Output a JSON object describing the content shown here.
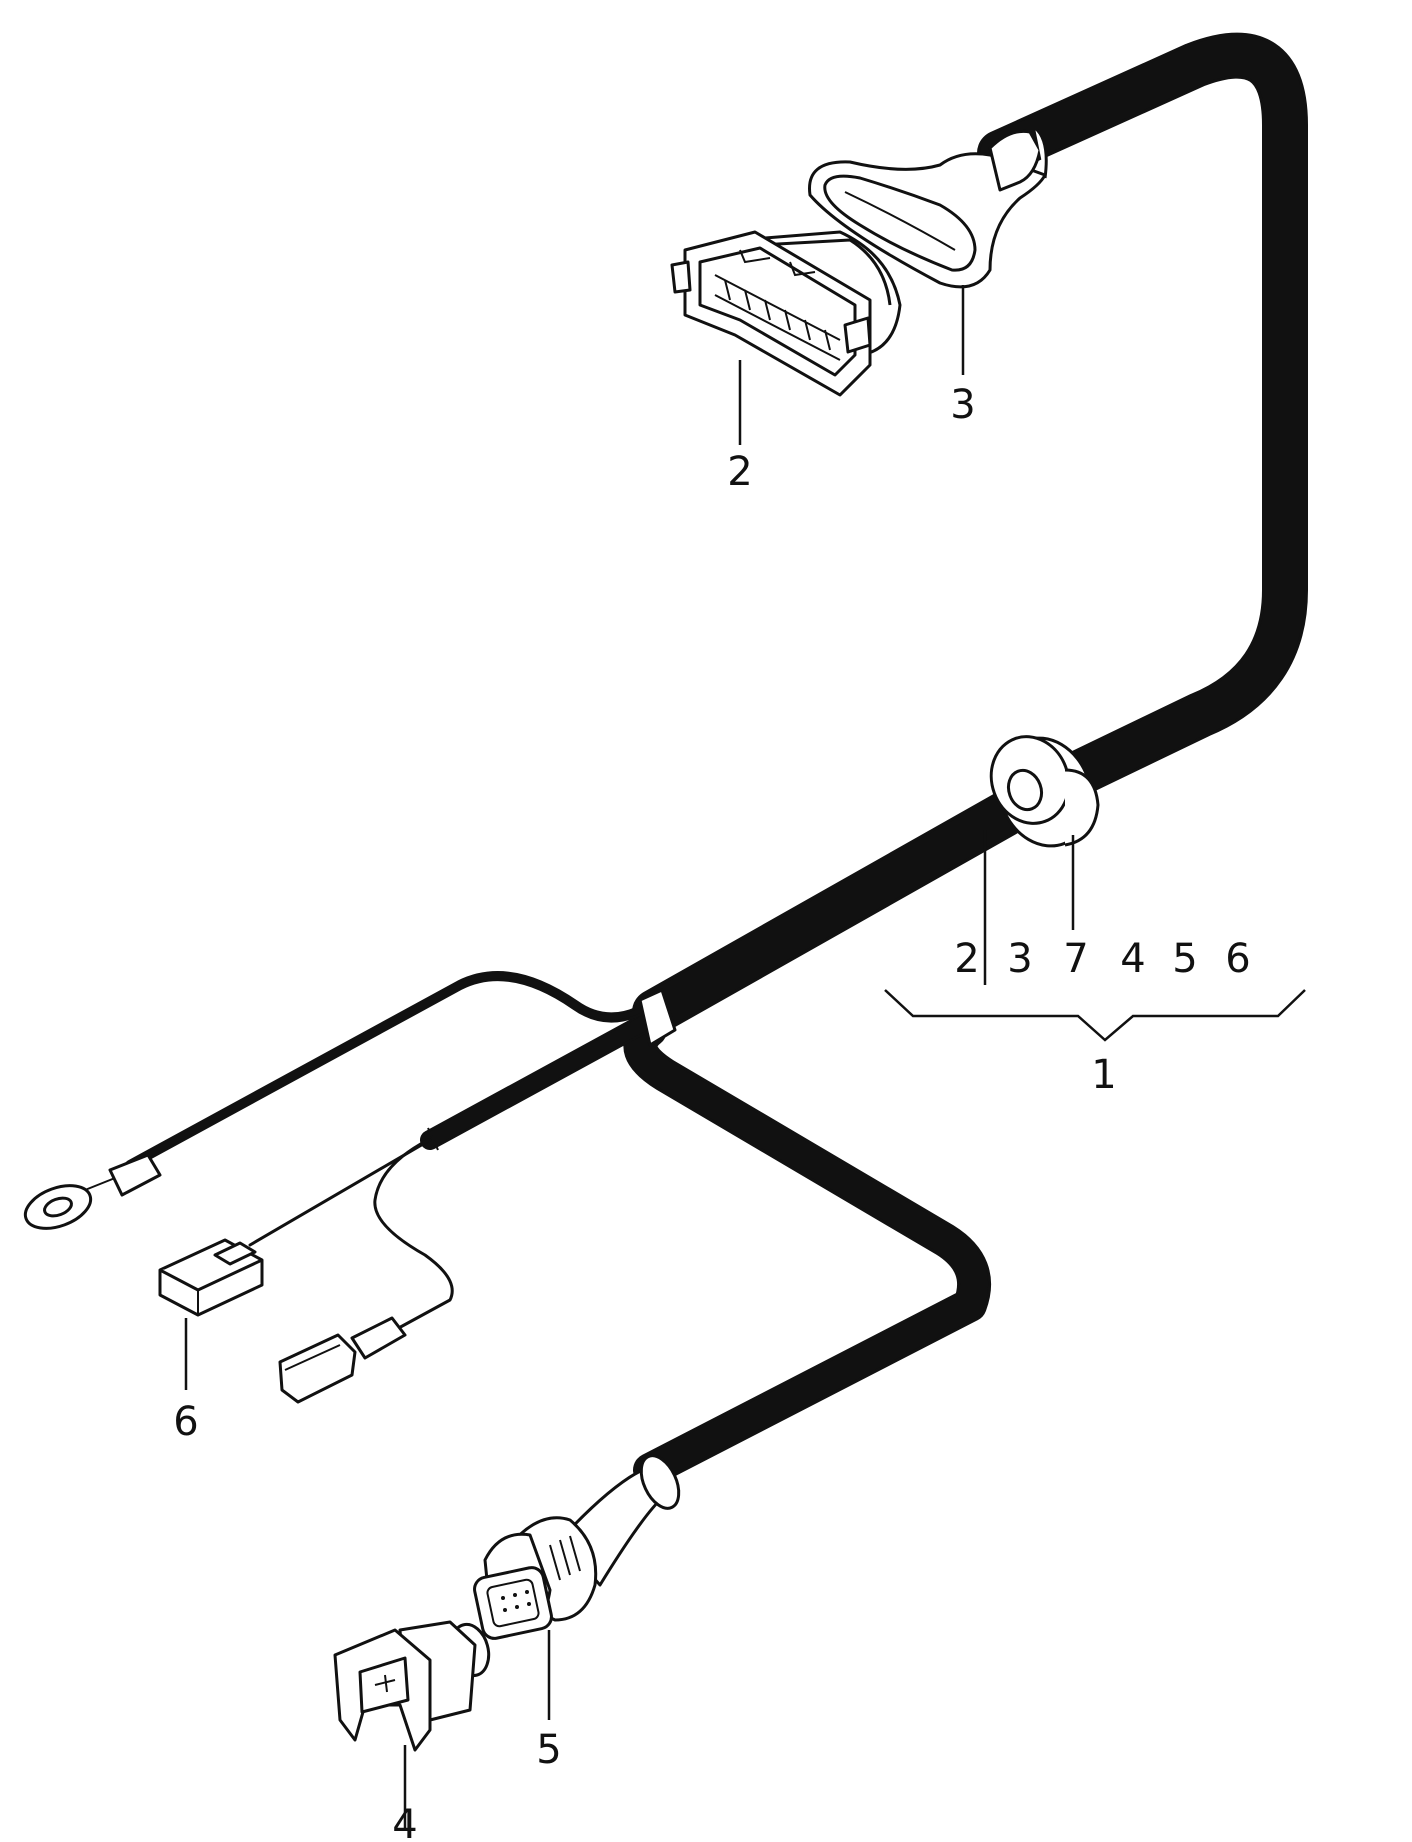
{
  "labels": {
    "group": "1",
    "connector_housing": "2",
    "boot": "3",
    "small_connector": "4",
    "round_connector": "5",
    "flat_connector": "6",
    "sub_2": "2",
    "sub_3": "3",
    "sub_7": "7",
    "sub_4": "4",
    "sub_5": "5",
    "sub_6": "6"
  },
  "colors": {
    "ink": "#111111",
    "background": "#ffffff"
  }
}
